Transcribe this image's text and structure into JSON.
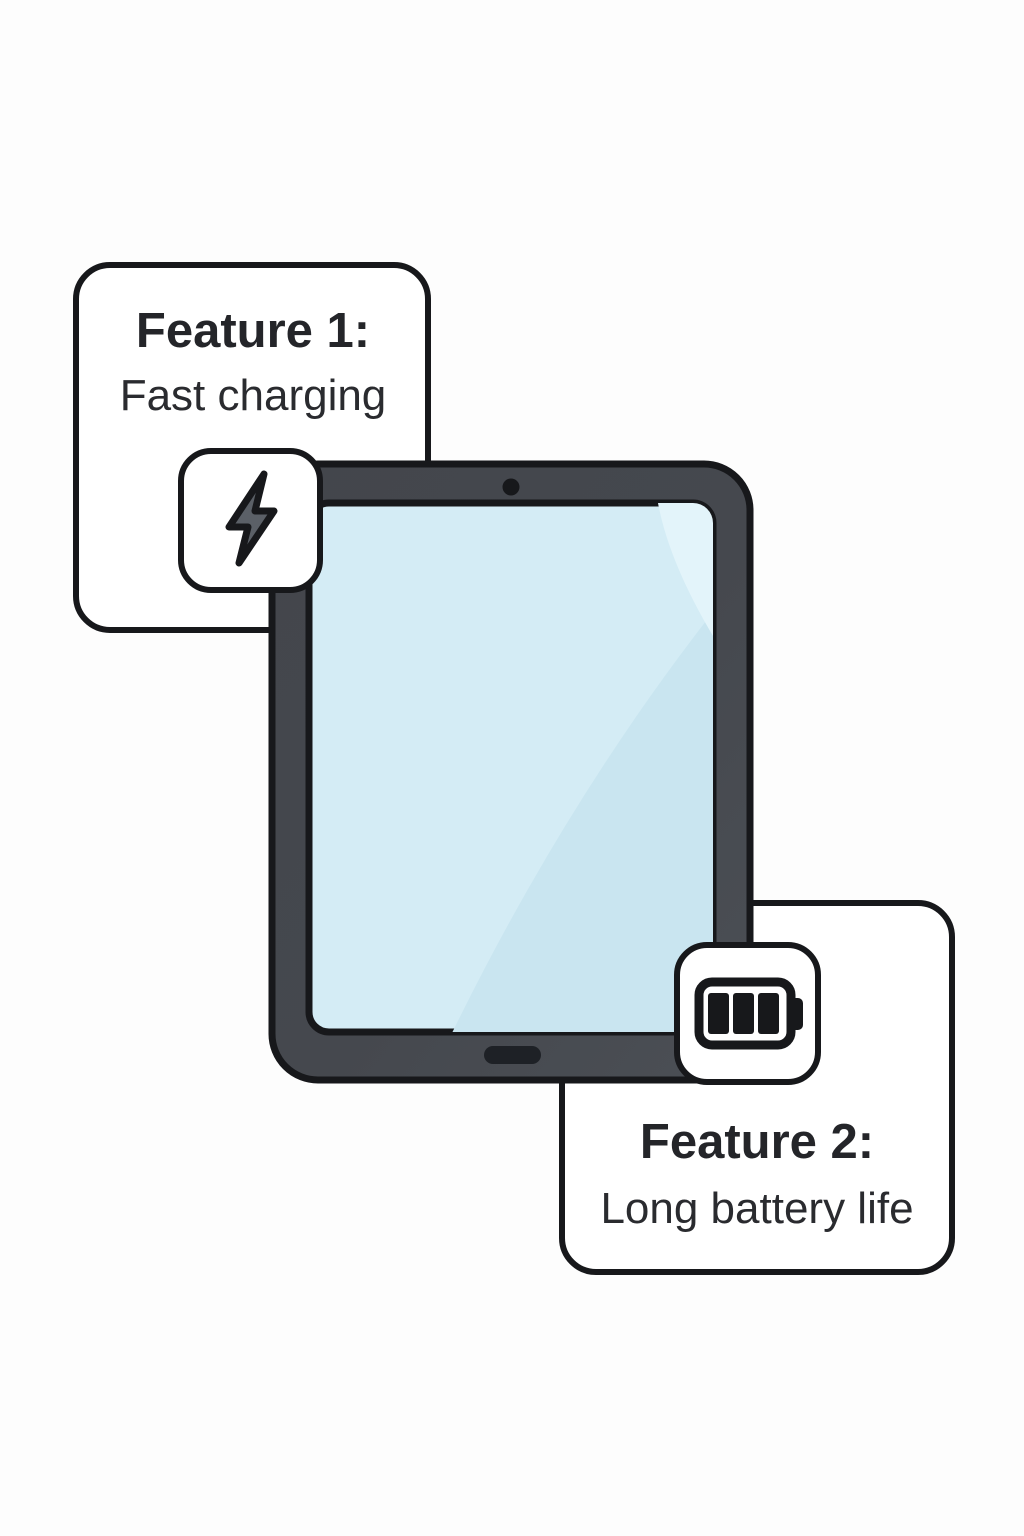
{
  "illustration": {
    "kind": "product-feature-diagram",
    "subject": "tablet"
  },
  "callouts": [
    {
      "id": "feature-1",
      "title": "Feature 1:",
      "subtitle": "Fast charging",
      "icon": "lightning-bolt"
    },
    {
      "id": "feature-2",
      "title": "Feature 2:",
      "subtitle": "Long battery life",
      "icon": "battery-full"
    }
  ],
  "device": {
    "type": "tablet",
    "details": [
      "front-camera-dot",
      "home-indicator-pill",
      "glossy-screen"
    ]
  },
  "colors": {
    "background": "#fdfdfd",
    "outline": "#17181b",
    "frame": "#45484e",
    "screen_base": "#d4ecf5",
    "screen_shade": "#c9e5f0",
    "screen_glare": "#e3f4fa",
    "bolt_fill": "#5b6067",
    "home_pill": "#1e2126",
    "text": "#242529",
    "callout_fill": "#ffffff"
  }
}
